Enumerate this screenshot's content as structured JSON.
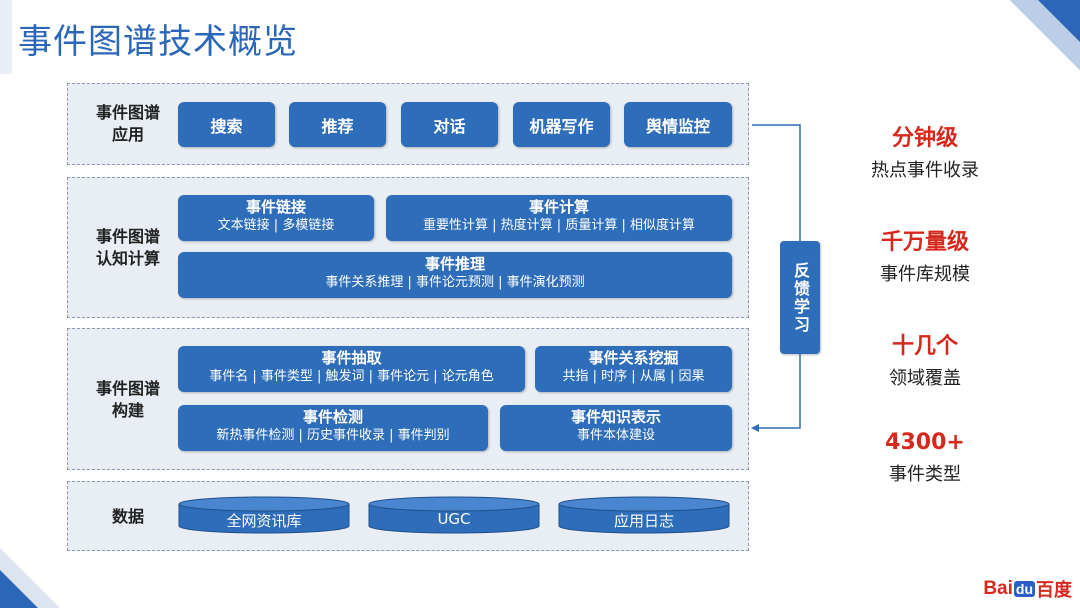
{
  "title": "事件图谱技术概览",
  "colors": {
    "accent_blue": "#2e6db9",
    "title_blue": "#2b66b8",
    "stat_red": "#d6281c",
    "layer_bg": "#e9edf4"
  },
  "layers": {
    "application": {
      "label": "事件图谱\n应用",
      "items": [
        "搜索",
        "推荐",
        "对话",
        "机器写作",
        "舆情监控"
      ]
    },
    "cognition": {
      "label": "事件图谱\n认知计算",
      "link": {
        "title": "事件链接",
        "sub": "文本链接 | 多模链接"
      },
      "compute": {
        "title": "事件计算",
        "sub": "重要性计算 | 热度计算 | 质量计算 | 相似度计算"
      },
      "reason": {
        "title": "事件推理",
        "sub": "事件关系推理 | 事件论元预测 | 事件演化预测"
      }
    },
    "construction": {
      "label": "事件图谱\n构建",
      "extract": {
        "title": "事件抽取",
        "sub": "事件名 | 事件类型 | 触发词 | 事件论元 | 论元角色"
      },
      "relation": {
        "title": "事件关系挖掘",
        "sub": "共指 | 时序 | 从属 | 因果"
      },
      "detect": {
        "title": "事件检测",
        "sub": "新热事件检测 | 历史事件收录 | 事件判别"
      },
      "represent": {
        "title": "事件知识表示",
        "sub": "事件本体建设"
      }
    },
    "data": {
      "label": "数据",
      "sources": [
        "全网资讯库",
        "UGC",
        "应用日志"
      ]
    }
  },
  "feedback": "反馈学习",
  "stats": [
    {
      "big": "分钟级",
      "small": "热点事件收录"
    },
    {
      "big": "千万量级",
      "small": "事件库规模"
    },
    {
      "big": "十几个",
      "small": "领域覆盖"
    },
    {
      "big": "4300+",
      "small": "事件类型"
    }
  ],
  "logo": {
    "bai": "Bai",
    "du": "du",
    "zh": "百度"
  }
}
